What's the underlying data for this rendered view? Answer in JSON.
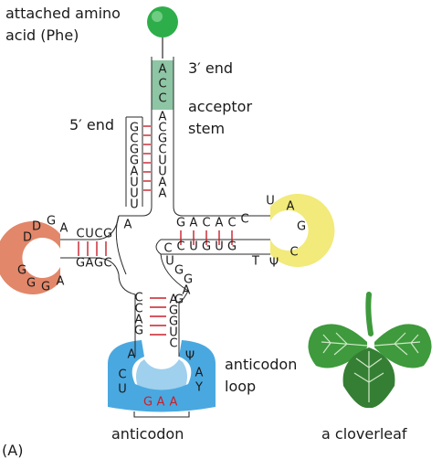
{
  "labels": {
    "amino_acid_line1": "attached amino",
    "amino_acid_line2": "acid (Phe)",
    "three_prime_end": "3′ end",
    "five_prime_end": "5′ end",
    "acceptor_stem_line1": "acceptor",
    "acceptor_stem_line2": "stem",
    "anticodon_loop_line1": "anticodon",
    "anticodon_loop_line2": "loop",
    "anticodon": "anticodon",
    "cloverleaf": "a cloverleaf",
    "panel": "(A)"
  },
  "colors": {
    "amino_acid": "#2eae4a",
    "acceptor_end": "#8ec5a4",
    "d_loop": "#e2876a",
    "t_loop": "#f2ea7a",
    "anticodon_loop": "#4aa8e0",
    "base_pairs": "#c8202a",
    "leaf": "#3e9a3c"
  },
  "sequence": {
    "acceptor_end": [
      "A",
      "C",
      "C"
    ],
    "acceptor_3prime": [
      "A",
      "C",
      "G",
      "C",
      "U",
      "U",
      "A",
      "A"
    ],
    "acceptor_5prime": [
      "G",
      "C",
      "G",
      "G",
      "A",
      "U",
      "U",
      "U"
    ],
    "junction_a": "A",
    "d_stem_top": [
      "C",
      "U",
      "C",
      "G"
    ],
    "d_loop": [
      "A",
      "G",
      "D",
      "D",
      "G",
      "G",
      "G",
      "A"
    ],
    "d_stem_bottom": [
      "G",
      "A",
      "G",
      "C"
    ],
    "t_stem_top": [
      "G",
      "A",
      "C",
      "A",
      "C"
    ],
    "t_loop": [
      "C",
      "U",
      "A",
      "G",
      "C",
      "Ψ",
      "T"
    ],
    "t_stem_bottom": [
      "C",
      "U",
      "G",
      "U",
      "G"
    ],
    "variable": [
      "C",
      "U",
      "G",
      "G",
      "A",
      "G"
    ],
    "anticodon_stem_left": [
      "C",
      "C",
      "A",
      "G",
      "A"
    ],
    "anticodon_stem_right": [
      "A",
      "G",
      "G",
      "U",
      "C"
    ],
    "anticodon_loop_left": [
      "C",
      "U"
    ],
    "anticodon_loop_right": [
      "Ψ",
      "A",
      "Y"
    ],
    "anticodon": [
      "G",
      "A",
      "A"
    ]
  }
}
